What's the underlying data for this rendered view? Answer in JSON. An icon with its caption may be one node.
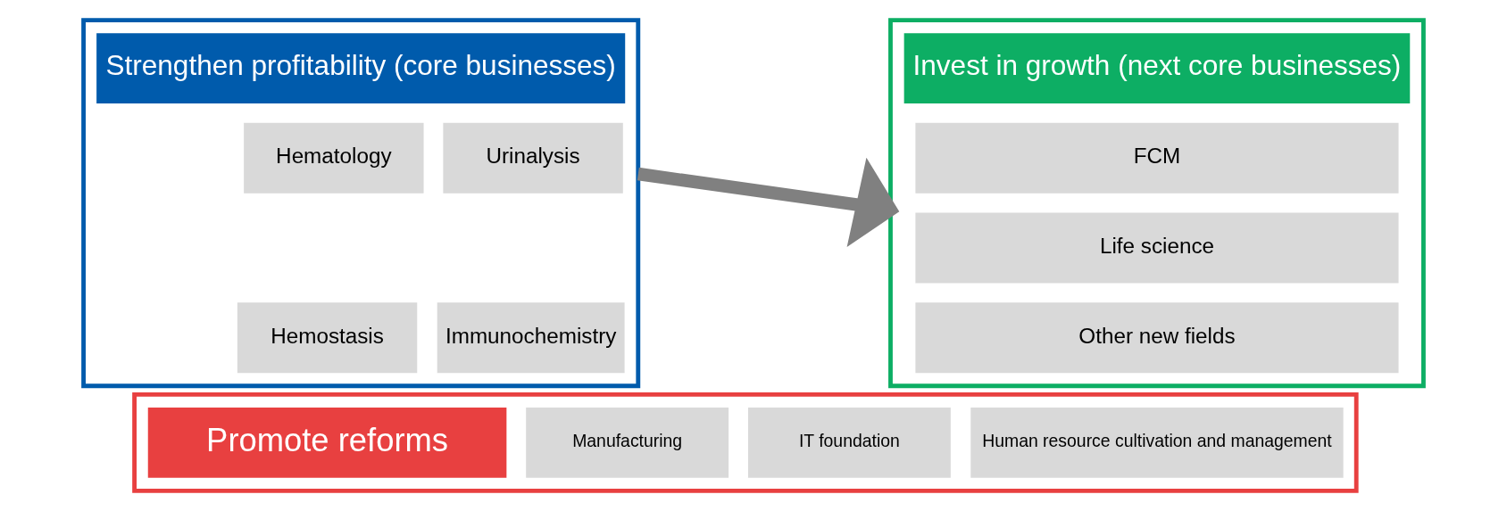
{
  "diagram": {
    "nodes": [
      {
        "text": [],
        "shape": "box"
      },
      {
        "text": [
          "Strengthen profitability (core businesses)"
        ],
        "in": 0
      },
      {
        "text": [
          "Hematology"
        ],
        "in": 0
      },
      {
        "text": [
          "Urinalysis"
        ],
        "in": 0
      },
      {
        "text": [
          "Hemostasis"
        ],
        "in": 0
      },
      {
        "text": [
          "Immunochemistry"
        ],
        "in": 0
      },
      {
        "text": [],
        "shape": "box"
      },
      {
        "text": [
          "Invest in growth (next core businesses)"
        ],
        "in": 6
      },
      {
        "text": [
          "FCM"
        ],
        "in": 6
      },
      {
        "text": [
          "Life science"
        ],
        "in": 6
      },
      {
        "text": [
          "Other new fields"
        ],
        "in": 6
      },
      {
        "text": [],
        "shape": "box"
      },
      {
        "text": [
          "Promote reforms"
        ],
        "in": 11
      },
      {
        "text": [
          "Manufacturing"
        ],
        "in": 11
      },
      {
        "text": [
          "IT foundation"
        ],
        "in": 11
      },
      {
        "text": [
          "Human resource cultivation and management"
        ],
        "in": 11
      }
    ],
    "edges": [
      {
        "from": 0,
        "to": 6,
        "arrow": "to",
        "color": "#808080"
      }
    ]
  }
}
